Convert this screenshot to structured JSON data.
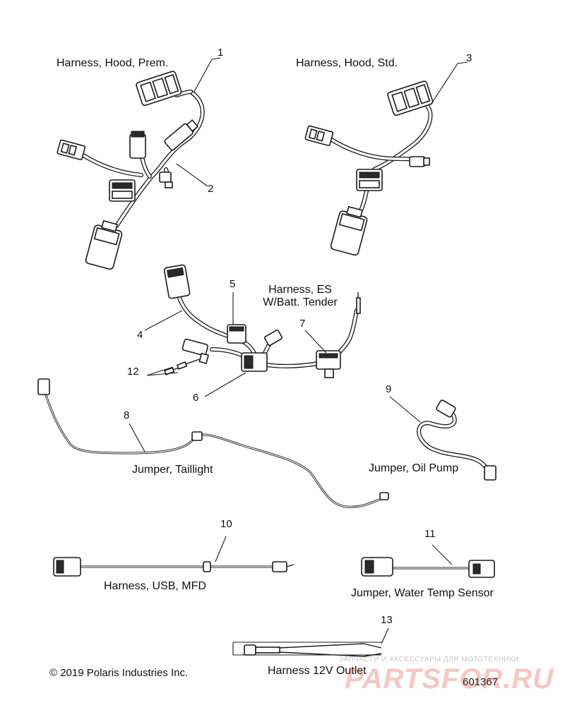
{
  "labels": {
    "hood_prem": "Harness, Hood, Prem.",
    "hood_std": "Harness, Hood, Std.",
    "es_line1": "Harness, ES",
    "es_line2": "W/Batt. Tender",
    "taillight": "Jumper, Taillight",
    "oil_pump": "Jumper, Oil Pump",
    "usb_mfd": "Harness, USB, MFD",
    "water_temp": "Jumper, Water Temp Sensor",
    "outlet_12v": "Harness 12V Outlet"
  },
  "callouts": [
    "1",
    "2",
    "3",
    "4",
    "5",
    "6",
    "7",
    "8",
    "9",
    "10",
    "11",
    "12",
    "13"
  ],
  "footer": {
    "copyright": "© 2019 Polaris Industries Inc.",
    "drawing_number": "601367"
  },
  "watermark": {
    "tagline": "ЗАПЧАСТИ И АКСЕССУАРЫ ДЛЯ МОТОТЕХНИКИ",
    "logo": "PARTSFOR.RU"
  }
}
